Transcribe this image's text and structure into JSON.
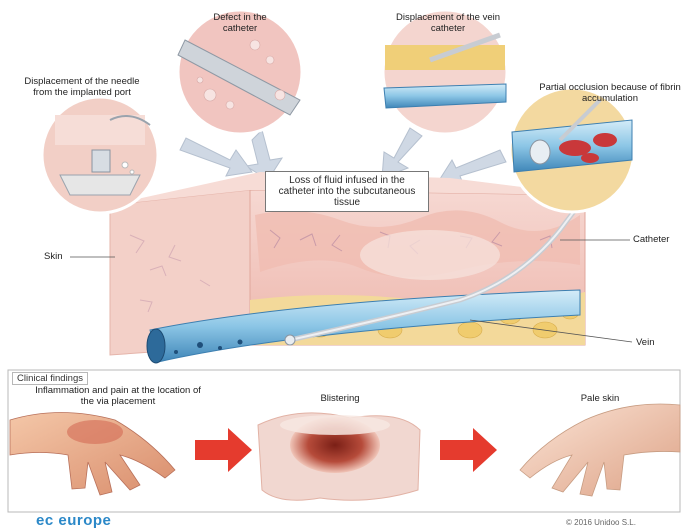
{
  "labels": {
    "defect": "Defect in the catheter",
    "displacement_vein": "Displacement of the vein catheter",
    "displacement_needle": "Displacement of the needle from the implanted port",
    "partial_occlusion": "Partial occlusion because of fibrin accumulation",
    "loss_of_fluid": "Loss of fluid infused in the catheter into the subcutaneous tissue",
    "skin": "Skin",
    "catheter": "Catheter",
    "vein": "Vein"
  },
  "clinical": {
    "title": "Clinical findings",
    "inflammation": "Inflammation and pain at the location of the via placement",
    "blistering": "Blistering",
    "pale_skin": "Pale skin"
  },
  "footer": {
    "logo": "ec europe",
    "copyright": "© 2016 Unidoo S.L."
  },
  "colors": {
    "skin": "#f2c4bc",
    "fat": "#f1d27a",
    "vein": "#a9d6ee",
    "arrow_red": "#e53b2e",
    "arrow_grey": "#c9d3e0",
    "logo_blue": "#2b88c8"
  }
}
